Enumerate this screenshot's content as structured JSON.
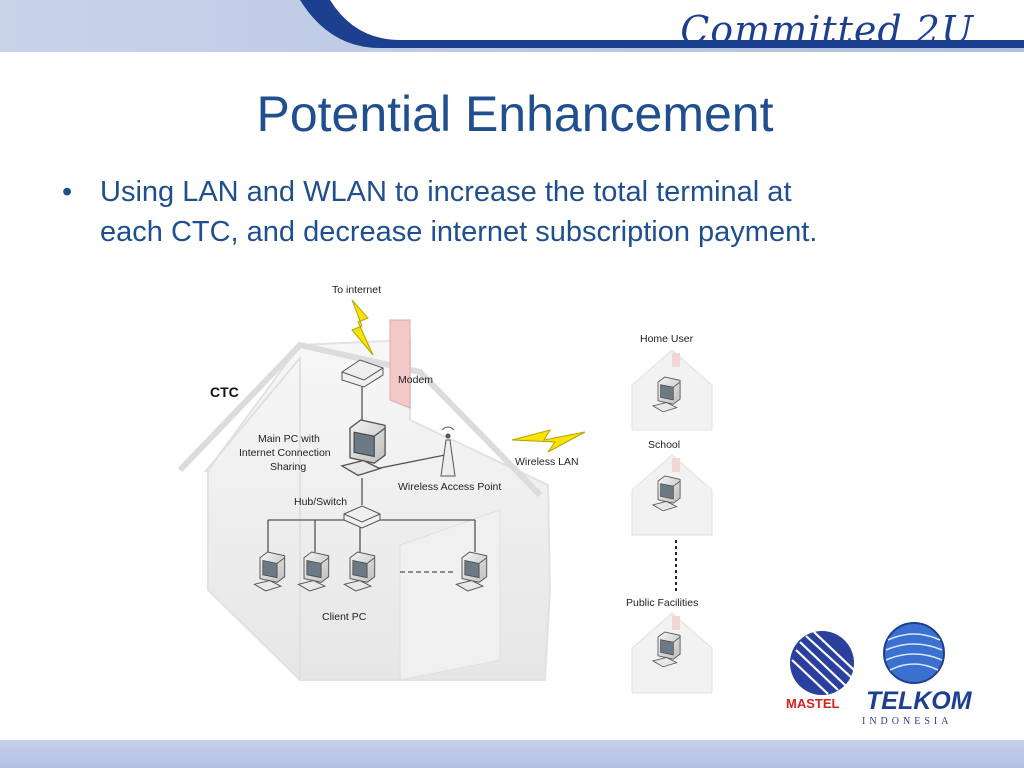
{
  "header": {
    "brand": "Committed 2U",
    "band_color": "#1d3f8f"
  },
  "slide": {
    "title": "Potential Enhancement",
    "bullet_symbol": "•",
    "bullet_line1": "Using LAN and WLAN to increase the total terminal at",
    "bullet_line2": "each CTC, and decrease internet subscription payment.",
    "text_color": "#1f4f8f"
  },
  "diagram": {
    "to_internet": "To internet",
    "ctc": "CTC",
    "modem": "Modem",
    "main_pc_line1": "Main PC with",
    "main_pc_line2": "Internet Connection",
    "main_pc_line3": "Sharing",
    "wireless_ap": "Wireless Access Point",
    "wireless_lan": "Wireless LAN",
    "hub_switch": "Hub/Switch",
    "client_pc": "Client PC",
    "home_user": "Home User",
    "school": "School",
    "public_facilities": "Public Facilities"
  },
  "logos": {
    "mastel": "MASTEL",
    "telkom": "TELKOM",
    "indonesia": "INDONESIA"
  }
}
